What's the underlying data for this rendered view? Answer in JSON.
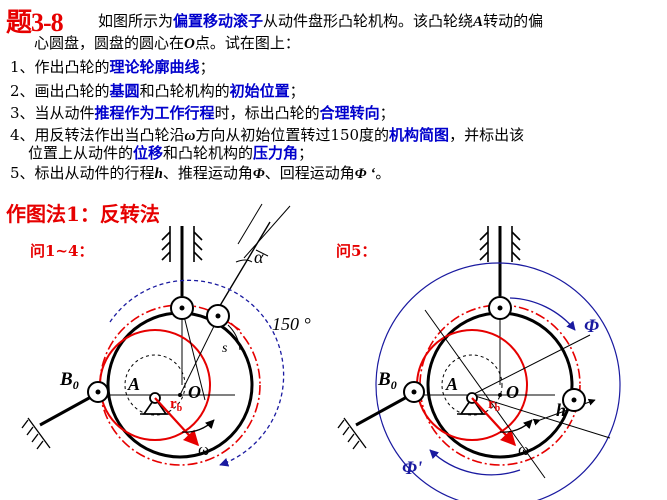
{
  "header": {
    "problem_number": "题3-8",
    "intro_line1": {
      "p1": "如图所示为",
      "h1": "偏置移动滚子",
      "p2": "从动件盘形凸轮机构。该凸轮绕",
      "v1": "A",
      "p3": "转动的偏"
    },
    "intro_line2": {
      "p1": "心圆盘，圆盘的圆心在",
      "v1": "O",
      "p2": "点。试在图上："
    }
  },
  "tasks": [
    {
      "p1": "1、作出凸轮的",
      "h1": "理论轮廓曲线",
      "p2": "；"
    },
    {
      "p1": "2、画出凸轮的",
      "h1": "基圆",
      "p2": "和凸轮机构的",
      "h2": "初始位置",
      "p3": "；"
    },
    {
      "p1": "3、当从动件",
      "h1": "推程作为工作行程",
      "p2": "时，标出凸轮的",
      "h2": "合理转向",
      "p3": "；"
    },
    {
      "p1": "4、用反转法作出当凸轮沿",
      "v1": "ω",
      "p2": "方向从初始位置转过150度的",
      "h1": "机构简图",
      "p3": "，并标出该"
    },
    {
      "p1": "位置上从动件的",
      "h1": "位移",
      "p2": "和凸轮机构的",
      "h2": "压力角",
      "p3": "；"
    },
    {
      "p1": "5、标出从动件的行程",
      "v1": "h",
      "p2": "、推程运动角",
      "v2": "Φ",
      "p3": "、回程运动角",
      "v3": "Φ ‘",
      "p4": "。"
    }
  ],
  "method_title": "作图法1：反转法",
  "left_figure": {
    "label": "问1~4：",
    "alpha": "α",
    "angle": "150 °",
    "s": "s",
    "b0": "B",
    "b0_sub": "0",
    "a": "A",
    "o": "O",
    "r": "r",
    "r_sub": "b",
    "omega": "ω"
  },
  "right_figure": {
    "label": "问5：",
    "phi": "Φ",
    "phi_prime": "Φ'",
    "h": "h",
    "b0": "B",
    "b0_sub": "0",
    "a": "A",
    "o": "O",
    "r": "r",
    "r_sub": "b",
    "omega": "ω"
  },
  "colors": {
    "title_red": "#e60000",
    "highlight_blue": "#0000cc",
    "figure_red": "#e60000",
    "figure_blue": "#1a1aa0"
  }
}
